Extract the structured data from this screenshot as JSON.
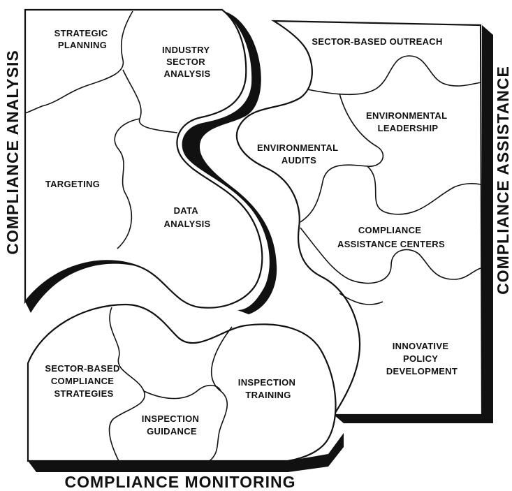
{
  "side_labels": {
    "analysis": "COMPLIANCE ANALYSIS",
    "assistance": "COMPLIANCE ASSISTANCE",
    "monitoring": "COMPLIANCE MONITORING"
  },
  "analysis_pieces": {
    "strategic_planning": [
      "STRATEGIC",
      "PLANNING"
    ],
    "industry_sector_analysis": [
      "INDUSTRY",
      "SECTOR",
      "ANALYSIS"
    ],
    "targeting": [
      "TARGETING"
    ],
    "data_analysis": [
      "DATA",
      "ANALYSIS"
    ]
  },
  "assistance_pieces": {
    "sector_based_outreach": [
      "SECTOR-BASED OUTREACH"
    ],
    "environmental_leadership": [
      "ENVIRONMENTAL",
      "LEADERSHIP"
    ],
    "environmental_audits": [
      "ENVIRONMENTAL",
      "AUDITS"
    ],
    "compliance_assistance_centers": [
      "COMPLIANCE",
      "ASSISTANCE CENTERS"
    ],
    "innovative_policy_development": [
      "INNOVATIVE",
      "POLICY",
      "DEVELOPMENT"
    ]
  },
  "monitoring_pieces": {
    "sector_based_compliance_strategies": [
      "SECTOR-BASED",
      "COMPLIANCE",
      "STRATEGIES"
    ],
    "inspection_guidance": [
      "INSPECTION",
      "GUIDANCE"
    ],
    "inspection_training": [
      "INSPECTION",
      "TRAINING"
    ]
  }
}
